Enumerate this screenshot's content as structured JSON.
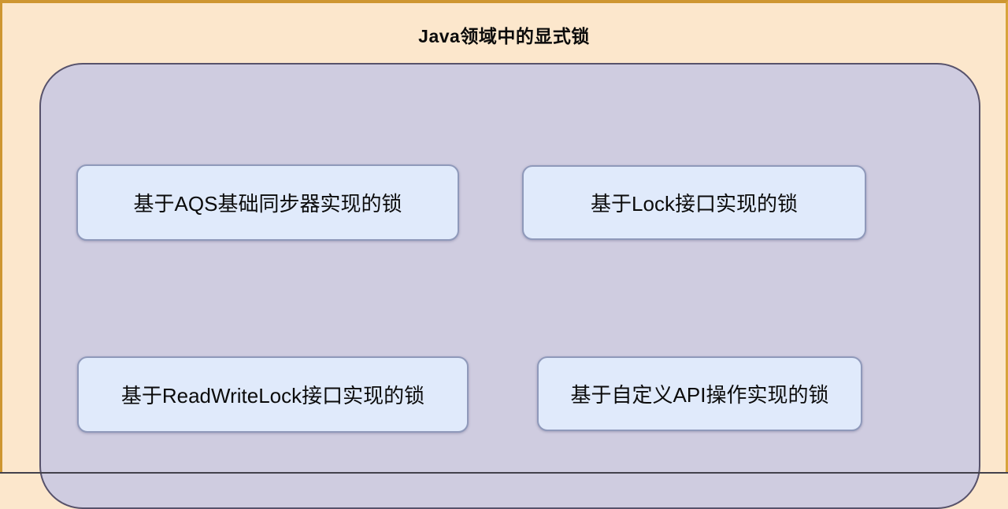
{
  "diagram": {
    "title": "Java领域中的显式锁",
    "group": {
      "nodes": [
        {
          "id": "aqs",
          "label": "基于AQS基础同步器实现的锁"
        },
        {
          "id": "lock-interface",
          "label": "基于Lock接口实现的锁"
        },
        {
          "id": "readwritelock-interface",
          "label": "基于ReadWriteLock接口实现的锁"
        },
        {
          "id": "custom-api",
          "label": "基于自定义API操作实现的锁"
        }
      ]
    },
    "colors": {
      "page_background": "#FCE7CC",
      "frame_border": "#CE9631",
      "group_fill": "#CFCCE0",
      "group_border": "#57526B",
      "node_fill": "#E0EAFB",
      "node_border": "#8F99BA",
      "text": "#0B0B0B",
      "bottom_edge": "#43414C"
    }
  }
}
